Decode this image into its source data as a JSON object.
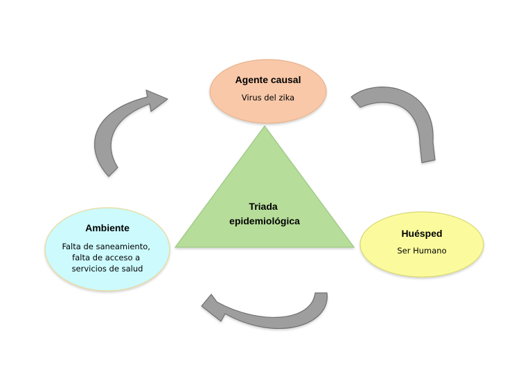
{
  "nodes": {
    "agent": {
      "title": "Agente causal",
      "text": "Virus del zika",
      "fill": "#f8c8a8",
      "stroke": "#e8b48e"
    },
    "host": {
      "title": "Huésped",
      "text": "Ser Humano",
      "fill": "#fbfb9e",
      "stroke": "#d8d870"
    },
    "environment": {
      "title": "Ambiente",
      "lines": [
        "Falta de saneamiento,",
        "falta de acceso a",
        "servicios de salud"
      ],
      "fill": "#ccfafd",
      "stroke": "#ead99a"
    }
  },
  "center": {
    "lines": [
      "Triada",
      "epidemiológica"
    ],
    "fill": "#b6dd9a",
    "stroke": "#9cc880"
  },
  "arrows": {
    "fill": "#9e9e9e",
    "stroke": "#6f6f6f"
  }
}
